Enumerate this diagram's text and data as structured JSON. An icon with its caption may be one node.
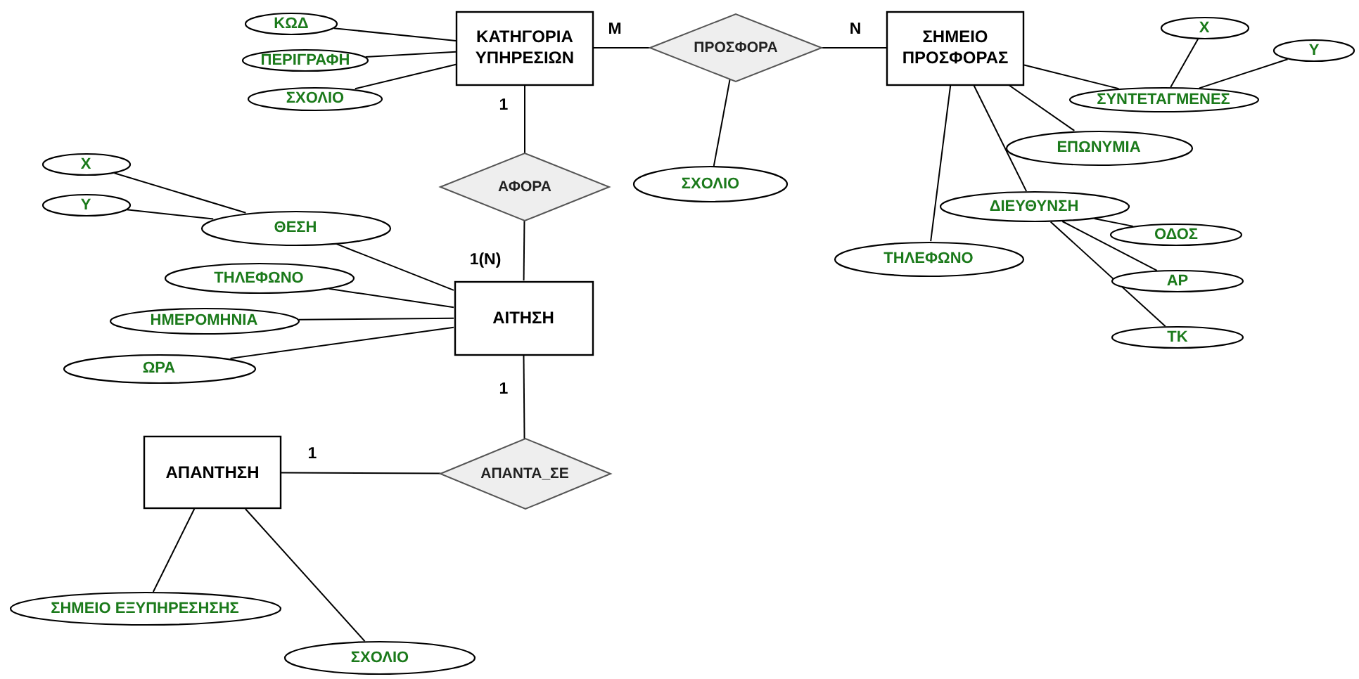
{
  "diagram": {
    "nodes": [
      {
        "text": [
          "ΚΑΤΗΓΟΡΙΑ ΥΠΗΡΕΣΙΩΝ"
        ]
      },
      {
        "text": [
          "ΚΩΔ"
        ]
      },
      {
        "text": [
          "ΠΕΡΙΓΡΑΦΗ"
        ]
      },
      {
        "text": [
          "ΣΧΟΛΙΟ"
        ]
      },
      {
        "text": [
          "ΠΡΟΣΦΟΡΑ"
        ]
      },
      {
        "text": [
          "ΣΧΟΛΙΟ"
        ]
      },
      {
        "text": [
          "ΣΗΜΕΙΟ ΠΡΟΣΦΟΡΑΣ"
        ]
      },
      {
        "text": [
          "ΣΥΝΤΕΤΑΓΜΕΝΕΣ"
        ]
      },
      {
        "text": [
          "Χ"
        ]
      },
      {
        "text": [
          "Υ"
        ]
      },
      {
        "text": [
          "ΕΠΩΝΥΜΙΑ"
        ]
      },
      {
        "text": [
          "ΔΙΕΥΘΥΝΣΗ"
        ]
      },
      {
        "text": [
          "ΤΗΛΕΦΩΝΟ"
        ]
      },
      {
        "text": [
          "ΟΔΟΣ"
        ]
      },
      {
        "text": [
          "ΑΡ"
        ]
      },
      {
        "text": [
          "ΤΚ"
        ]
      },
      {
        "text": [
          "ΑΦΟΡΑ"
        ]
      },
      {
        "text": [
          "ΑΙΤΗΣΗ"
        ]
      },
      {
        "text": [
          "ΘΕΣΗ"
        ]
      },
      {
        "text": [
          "Χ"
        ]
      },
      {
        "text": [
          "Υ"
        ]
      },
      {
        "text": [
          "ΤΗΛΕΦΩΝΟ"
        ]
      },
      {
        "text": [
          "ΗΜΕΡΟΜΗΝΙΑ"
        ]
      },
      {
        "text": [
          "ΩΡΑ"
        ]
      },
      {
        "text": [
          "ΑΠΑΝΤΑ_ΣΕ"
        ]
      },
      {
        "text": [
          "ΑΠΑΝΤΗΣΗ"
        ]
      },
      {
        "text": [
          "ΣΗΜΕΙΟ ΕΞΥΠΗΡΕΣΗΣΗΣ"
        ]
      },
      {
        "text": [
          "ΣΧΟΛΙΟ"
        ]
      }
    ],
    "edges": [
      {
        "from": 0,
        "to": 4,
        "arrow": "none",
        "label": "M"
      },
      {
        "from": 4,
        "to": 6,
        "arrow": "none",
        "label": "N"
      },
      {
        "from": 0,
        "to": 16,
        "arrow": "none",
        "label": "1"
      },
      {
        "from": 16,
        "to": 17,
        "arrow": "none",
        "label": "1(N)"
      },
      {
        "from": 17,
        "to": 24,
        "arrow": "none",
        "label": "1"
      },
      {
        "from": 25,
        "to": 24,
        "arrow": "none",
        "label": "1"
      },
      {
        "from": 0,
        "to": 1,
        "arrow": "none"
      },
      {
        "from": 0,
        "to": 2,
        "arrow": "none"
      },
      {
        "from": 0,
        "to": 3,
        "arrow": "none"
      },
      {
        "from": 4,
        "to": 5,
        "arrow": "none"
      },
      {
        "from": 6,
        "to": 7,
        "arrow": "none"
      },
      {
        "from": 7,
        "to": 8,
        "arrow": "none"
      },
      {
        "from": 7,
        "to": 9,
        "arrow": "none"
      },
      {
        "from": 6,
        "to": 10,
        "arrow": "none"
      },
      {
        "from": 6,
        "to": 11,
        "arrow": "none"
      },
      {
        "from": 6,
        "to": 12,
        "arrow": "none"
      },
      {
        "from": 11,
        "to": 13,
        "arrow": "none"
      },
      {
        "from": 11,
        "to": 14,
        "arrow": "none"
      },
      {
        "from": 11,
        "to": 15,
        "arrow": "none"
      },
      {
        "from": 17,
        "to": 18,
        "arrow": "none"
      },
      {
        "from": 18,
        "to": 19,
        "arrow": "none"
      },
      {
        "from": 18,
        "to": 20,
        "arrow": "none"
      },
      {
        "from": 17,
        "to": 21,
        "arrow": "none"
      },
      {
        "from": 17,
        "to": 22,
        "arrow": "none"
      },
      {
        "from": 17,
        "to": 23,
        "arrow": "none"
      },
      {
        "from": 25,
        "to": 26,
        "arrow": "none"
      },
      {
        "from": 25,
        "to": 27,
        "arrow": "none"
      }
    ]
  }
}
